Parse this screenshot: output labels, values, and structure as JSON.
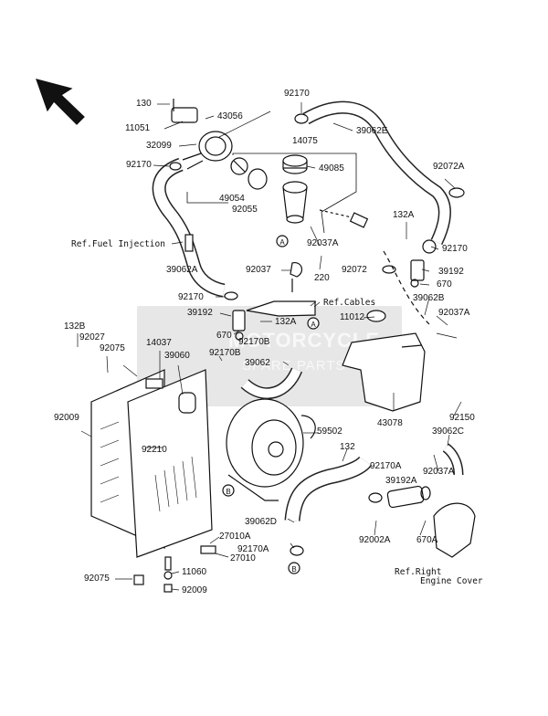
{
  "watermark": {
    "line1": "MOTORCYCLE",
    "line2": "SPARE PARTS"
  },
  "refs": {
    "fuel_injection": "Ref.Fuel Injection",
    "cables": "Ref.Cables",
    "right_engine_cover_1": "Ref.Right",
    "right_engine_cover_2": "Engine Cover"
  },
  "callouts": {
    "a": "A",
    "b": "B"
  },
  "parts": {
    "p130": "130",
    "p11051": "11051",
    "p43056": "43056",
    "p32099": "32099",
    "p92170_top": "92170",
    "p92170_left": "92170",
    "p92170_right": "92170",
    "p92170_mid": "92170",
    "p39062E": "39062E",
    "p14075": "14075",
    "p49085": "49085",
    "p49054": "49054",
    "p92055": "92055",
    "p92072A": "92072A",
    "p132A_top": "132A",
    "p132A_mid": "132A",
    "p92037A_top": "92037A",
    "p92037A_right": "92037A",
    "p92037A_low": "92037A",
    "p92072": "92072",
    "p39192_right": "39192",
    "p39192_mid": "39192",
    "p670_right": "670",
    "p670_mid": "670",
    "p39062A": "39062A",
    "p92037": "92037",
    "p220": "220",
    "p39062B": "39062B",
    "p11012": "11012",
    "p132B": "132B",
    "p92027": "92027",
    "p92075_top": "92075",
    "p92075_bot": "92075",
    "p14037": "14037",
    "p39060": "39060",
    "p92170B_a": "92170B",
    "p92170B_b": "92170B",
    "p39062": "39062",
    "p43078": "43078",
    "p92150": "92150",
    "p39062C": "39062C",
    "p92009_left": "92009",
    "p92009_bot": "92009",
    "p92210": "92210",
    "p59502": "59502",
    "p132": "132",
    "p92170A_a": "92170A",
    "p92170A_b": "92170A",
    "p39192A": "39192A",
    "p39062D": "39062D",
    "p92002A": "92002A",
    "p670A": "670A",
    "p27010A": "27010A",
    "p27010": "27010",
    "p11060": "11060"
  }
}
